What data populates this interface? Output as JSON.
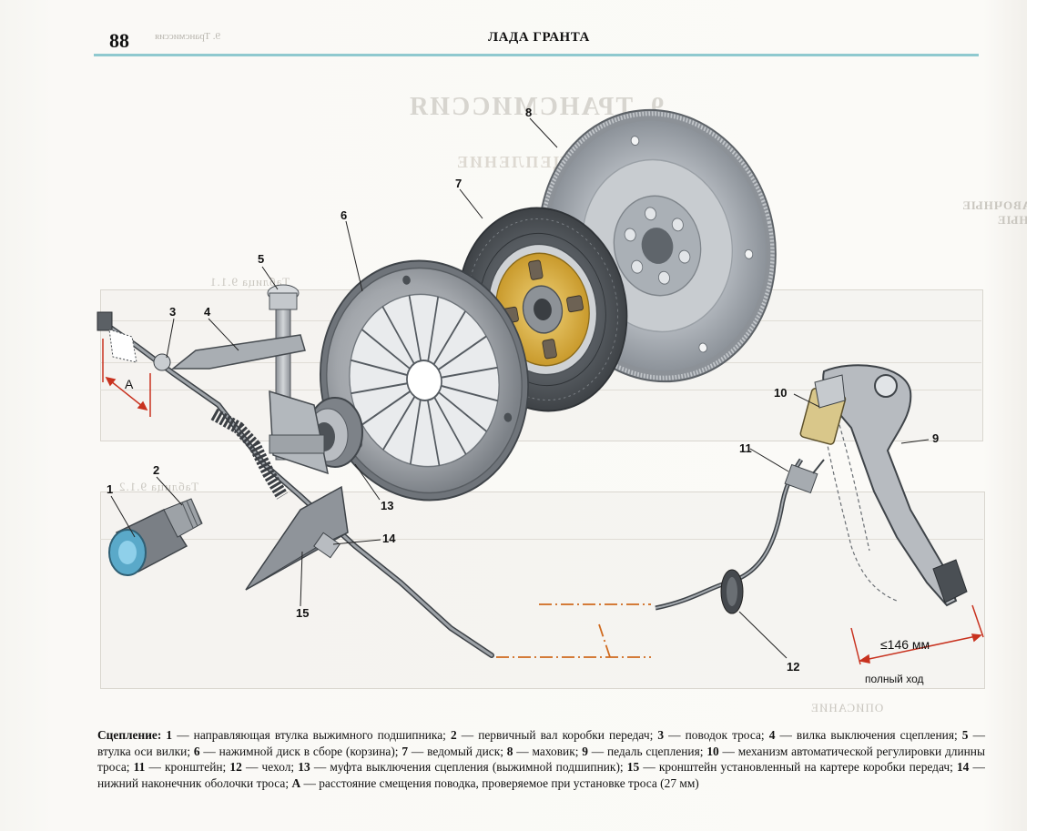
{
  "header": {
    "page_number": "88",
    "title": "ЛАДА ГРАНТА"
  },
  "figure": {
    "labels": [
      {
        "id": "label-1",
        "text": "1"
      },
      {
        "id": "label-2",
        "text": "2"
      },
      {
        "id": "label-3",
        "text": "3"
      },
      {
        "id": "label-4",
        "text": "4"
      },
      {
        "id": "label-5",
        "text": "5"
      },
      {
        "id": "label-6",
        "text": "6"
      },
      {
        "id": "label-7",
        "text": "7"
      },
      {
        "id": "label-8",
        "text": "8"
      },
      {
        "id": "label-9",
        "text": "9"
      },
      {
        "id": "label-10",
        "text": "10"
      },
      {
        "id": "label-11",
        "text": "11"
      },
      {
        "id": "label-12",
        "text": "12"
      },
      {
        "id": "label-13",
        "text": "13"
      },
      {
        "id": "label-14",
        "text": "14"
      },
      {
        "id": "label-15",
        "text": "15"
      }
    ],
    "dimension_a": "A",
    "travel_value": "≤146 мм",
    "travel_label": "полный ход"
  },
  "caption": {
    "lead": "Сцепление:",
    "items": [
      {
        "num": "1",
        "text": "направляющая втулка выжимного подшипника;"
      },
      {
        "num": "2",
        "text": "первичный вал коробки передач;"
      },
      {
        "num": "3",
        "text": "поводок троса;"
      },
      {
        "num": "4",
        "text": "вилка выключения сцепления;"
      },
      {
        "num": "5",
        "text": "втулка оси вилки;"
      },
      {
        "num": "6",
        "text": "нажимной диск в сборе (корзина);"
      },
      {
        "num": "7",
        "text": "ведомый диск;"
      },
      {
        "num": "8",
        "text": "маховик;"
      },
      {
        "num": "9",
        "text": "педаль сцепления;"
      },
      {
        "num": "10",
        "text": "механизм автоматической регулировки длинны троса;"
      },
      {
        "num": "11",
        "text": "кронштейн;"
      },
      {
        "num": "12",
        "text": "чехол;"
      },
      {
        "num": "13",
        "text": "муфта выключения сцепления (выжимной подшипник);"
      },
      {
        "num": "15",
        "text": "кронштейн установленный на картере коробки передач;"
      },
      {
        "num": "14",
        "text": "нижний наконечник оболочки троса;"
      },
      {
        "num": "A",
        "text": "расстояние смещения поводка, проверяемое при установке троса (27 мм)"
      }
    ]
  }
}
